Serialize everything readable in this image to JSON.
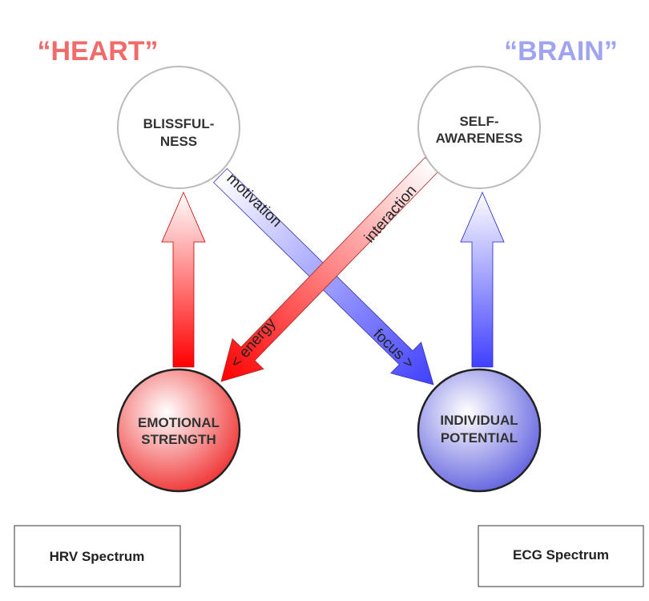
{
  "headers": {
    "heart": "“HEART”",
    "brain": "“BRAIN”"
  },
  "nodes": {
    "blissfulness": [
      "BLISSFUL-",
      "NESS"
    ],
    "self_awareness": [
      "SELF-",
      "AWARENESS"
    ],
    "emotional_strength": [
      "EMOTIONAL",
      "STRENGTH"
    ],
    "individual_potential": [
      "INDIVIDUAL",
      "POTENTIAL"
    ]
  },
  "arrows": {
    "motivation": "motivation",
    "focus": "focus >",
    "interaction": "interaction",
    "energy": "< energy"
  },
  "boxes": {
    "hrv": "HRV Spectrum",
    "ecg": "ECG Spectrum"
  },
  "colors": {
    "heart": "#f26b6b",
    "brain": "#a0a4f0",
    "red": "#ff0000",
    "blue": "#4040ff",
    "circle_outline": "#bbbbbb"
  }
}
